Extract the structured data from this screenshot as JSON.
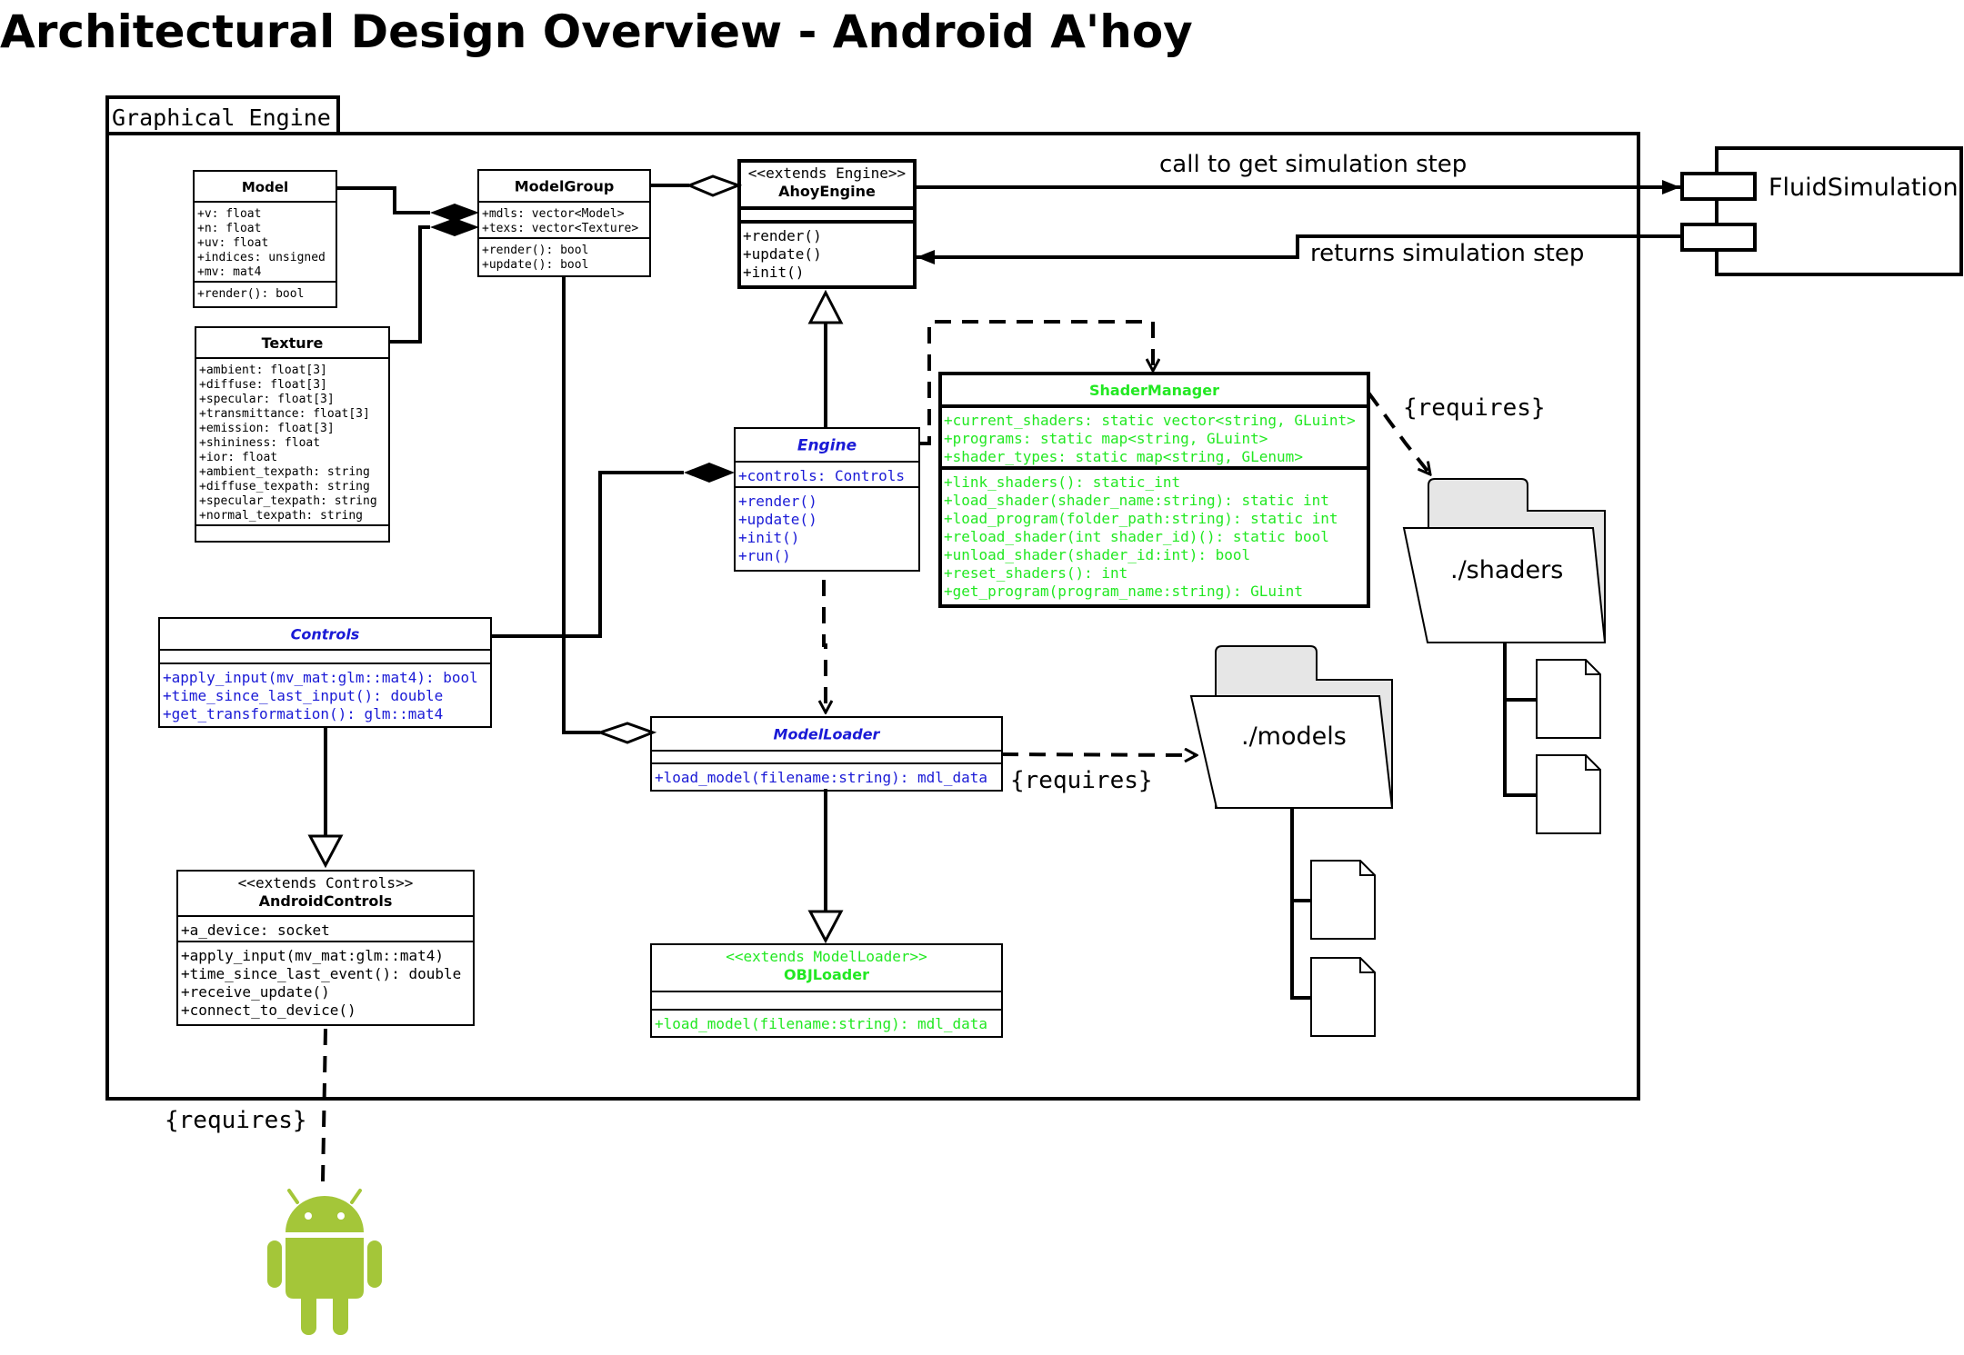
{
  "title": "Architectural Design Overview - Android A'hoy",
  "colors": {
    "black": "#000000",
    "blue": "#1a1ad6",
    "green": "#22e822",
    "android": "#a4c639",
    "folder": "#e6e6e6"
  },
  "package": {
    "label": "Graphical Engine"
  },
  "classes": {
    "model": {
      "name": "Model",
      "attrs": [
        "+v: float",
        "+n: float",
        "+uv: float",
        "+indices: unsigned",
        "+mv: mat4"
      ],
      "methods": [
        "+render(): bool"
      ]
    },
    "texture": {
      "name": "Texture",
      "attrs": [
        "+ambient: float[3]",
        "+diffuse: float[3]",
        "+specular: float[3]",
        "+transmittance: float[3]",
        "+emission: float[3]",
        "+shininess: float",
        "+ior: float",
        "+ambient_texpath: string",
        "+diffuse_texpath: string",
        "+specular_texpath: string",
        "+normal_texpath: string"
      ],
      "methods": []
    },
    "modelgroup": {
      "name": "ModelGroup",
      "attrs": [
        "+mdls: vector<Model>",
        "+texs: vector<Texture>"
      ],
      "methods": [
        "+render(): bool",
        "+update(): bool"
      ]
    },
    "ahoyengine": {
      "stereotype": "<<extends Engine>>",
      "name": "AhoyEngine",
      "attrs": [],
      "methods": [
        "+render()",
        "+update()",
        "+init()"
      ]
    },
    "engine": {
      "name": "Engine",
      "attrs": [
        "+controls: Controls"
      ],
      "methods": [
        "+render()",
        "+update()",
        "+init()",
        "+run()"
      ]
    },
    "shadermanager": {
      "name": "ShaderManager",
      "attrs": [
        "+current_shaders: static vector<string, GLuint>",
        "+programs: static map<string, GLuint>",
        "+shader_types: static map<string, GLenum>"
      ],
      "methods": [
        "+link_shaders(): static_int",
        "+load_shader(shader_name:string): static int",
        "+load_program(folder_path:string): static int",
        "+reload_shader(int shader_id)(): static  bool",
        "+unload_shader(shader_id:int): bool",
        "+reset_shaders(): int",
        "+get_program(program_name:string): GLuint"
      ]
    },
    "controls": {
      "name": "Controls",
      "attrs": [],
      "methods": [
        "+apply_input(mv_mat:glm::mat4): bool",
        "+time_since_last_input(): double",
        "+get_transformation(): glm::mat4"
      ]
    },
    "modelloader": {
      "name": "ModelLoader",
      "attrs": [],
      "methods": [
        "+load_model(filename:string): mdl_data"
      ]
    },
    "androidcontrols": {
      "stereotype": "<<extends Controls>>",
      "name": "AndroidControls",
      "attrs": [
        "+a_device: socket"
      ],
      "methods": [
        "+apply_input(mv_mat:glm::mat4)",
        "+time_since_last_event(): double",
        "+receive_update()",
        "+connect_to_device()"
      ]
    },
    "objloader": {
      "stereotype": "<<extends ModelLoader>>",
      "name": "OBJLoader",
      "attrs": [],
      "methods": [
        "+load_model(filename:string): mdl_data"
      ]
    }
  },
  "component": {
    "name": "FluidSimulation"
  },
  "folders": {
    "shaders": "./shaders",
    "models": "./models"
  },
  "labels": {
    "call": "call to get simulation step",
    "returns": "returns simulation step",
    "requires": "{requires}"
  },
  "icons": {
    "android": "android-robot-icon",
    "file": "file-icon",
    "folder": "folder-icon"
  }
}
